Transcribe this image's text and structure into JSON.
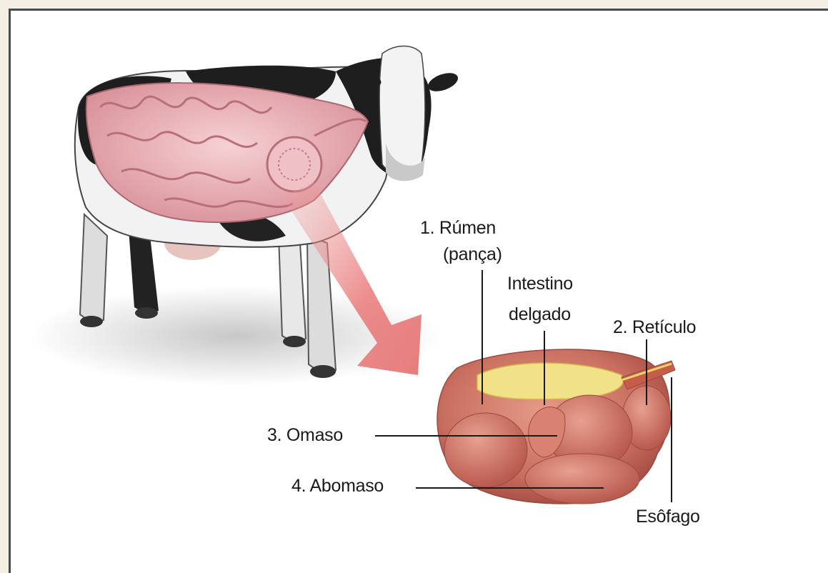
{
  "labels": {
    "rumen_line1": "1. Rúmen",
    "rumen_line2": "(pança)",
    "intestine_line1": "Intestino",
    "intestine_line2": "delgado",
    "reticulum": "2. Retículo",
    "omasum": "3. Omaso",
    "abomasum": "4. Abomaso",
    "esophagus": "Esôfago"
  },
  "colors": {
    "frame_border": "#4a4a4a",
    "background": "#f4efe2",
    "arrow": "#e87a7a",
    "stomach": "#c76a5e",
    "intestine": "#e9b3b8",
    "rumen_fill": "#efe08a"
  }
}
